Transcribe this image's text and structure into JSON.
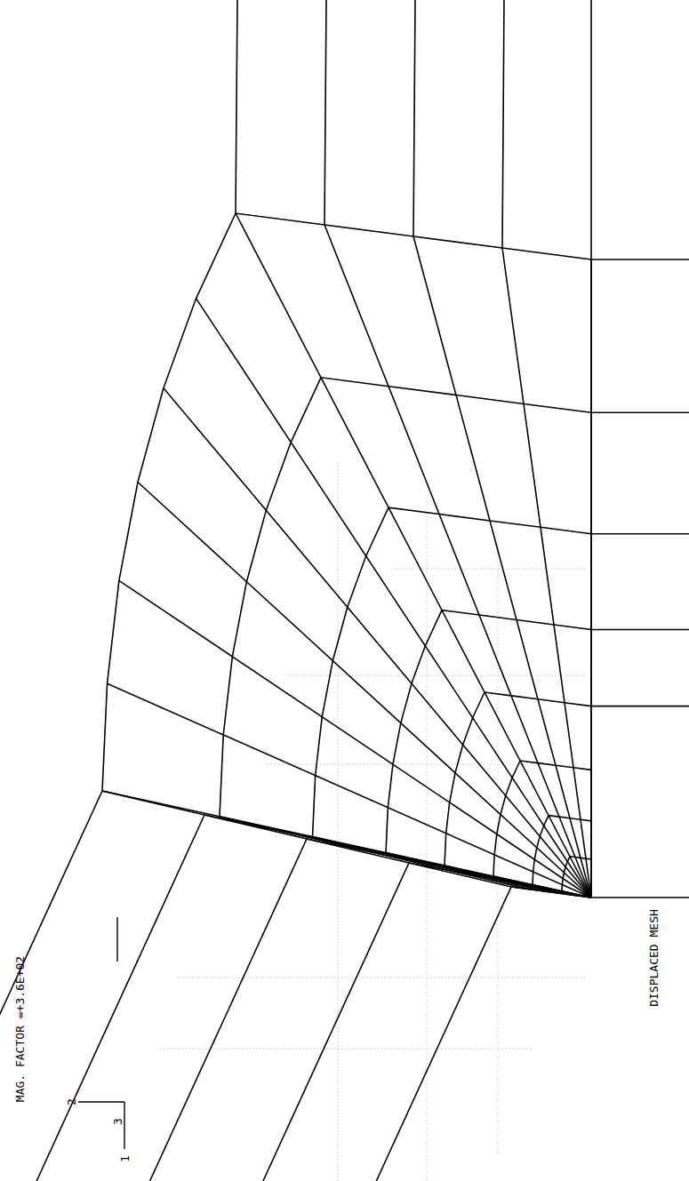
{
  "diagram": {
    "labels": [
      "MAG. FACTOR =+3.6E+02",
      "DISPLACED MESH",
      "2",
      "3",
      "1"
    ]
  }
}
